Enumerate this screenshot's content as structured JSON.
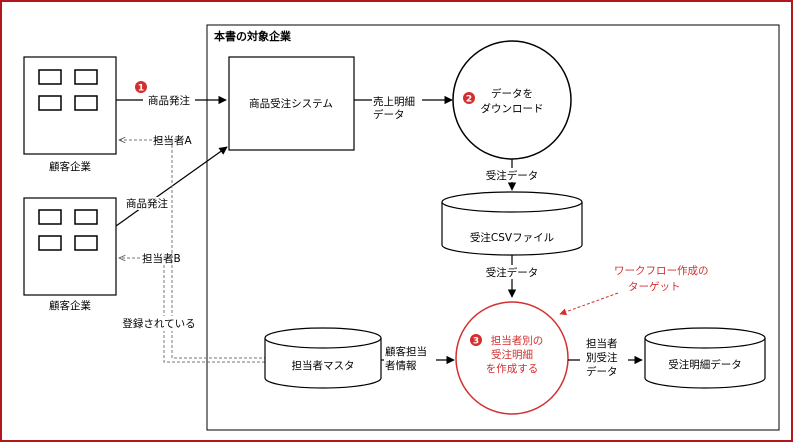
{
  "section_title": "本書の対象企業",
  "customer1": {
    "label": "顧客企業"
  },
  "customer2": {
    "label": "顧客企業"
  },
  "order_system": {
    "label": "商品受注システム"
  },
  "download": {
    "badge": "2",
    "line1": "データを",
    "line2": "ダウンロード"
  },
  "csv_file": {
    "label": "受注CSVファイル"
  },
  "staff_master": {
    "label": "担当者マスタ"
  },
  "create_detail": {
    "badge": "3",
    "line1": "担当者別の",
    "line2": "受注明細",
    "line3": "を作成する"
  },
  "output": {
    "label": "受注明細データ"
  },
  "step1_badge": "1",
  "edges": {
    "order1": "商品発注",
    "order2": "商品発注",
    "staff_a": "担当者A",
    "staff_b": "担当者B",
    "sales_line1": "売上明細",
    "sales_line2": "データ",
    "order_data_1": "受注データ",
    "order_data_2": "受注データ",
    "registered": "登録されている",
    "cust_line1": "顧客担当",
    "cust_line2": "者情報",
    "out_line1": "担当者",
    "out_line2": "別受注",
    "out_line3": "データ"
  },
  "annotation": {
    "line1": "ワークフロー作成の",
    "line2": "ターゲット"
  },
  "colors": {
    "accent": "#d32f2f",
    "frame": "#b0181e",
    "line": "#000000",
    "dashed": "#777777"
  }
}
